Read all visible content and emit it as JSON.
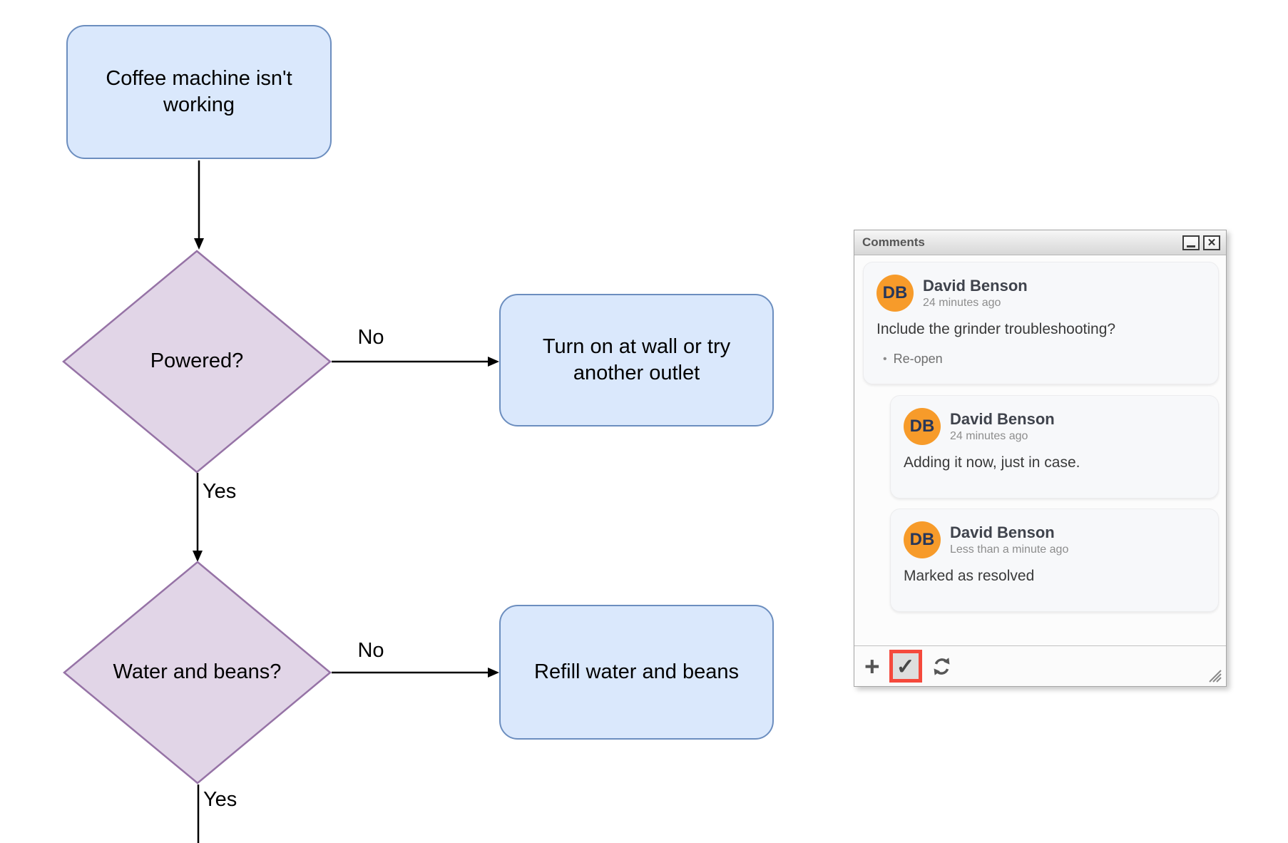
{
  "flowchart": {
    "nodes": {
      "start": {
        "type": "process",
        "label": "Coffee machine isn't working"
      },
      "powered": {
        "type": "decision",
        "label": "Powered?"
      },
      "turn_on": {
        "type": "process",
        "label": "Turn on at wall or try another outlet"
      },
      "water_beans": {
        "type": "decision",
        "label": "Water and beans?"
      },
      "refill": {
        "type": "process",
        "label": "Refill water and beans"
      }
    },
    "edges": [
      {
        "from": "start",
        "to": "powered",
        "label": ""
      },
      {
        "from": "powered",
        "to": "turn_on",
        "label": "No"
      },
      {
        "from": "powered",
        "to": "water_beans",
        "label": "Yes"
      },
      {
        "from": "water_beans",
        "to": "refill",
        "label": "No"
      },
      {
        "from": "water_beans",
        "to": "offscreen",
        "label": "Yes"
      }
    ],
    "edge_labels": {
      "powered_no": "No",
      "powered_yes": "Yes",
      "water_no": "No",
      "water_yes": "Yes"
    },
    "colors": {
      "process_fill": "#dae8fc",
      "process_border": "#6c8ebf",
      "decision_fill": "#e1d5e7",
      "decision_border": "#9673a6",
      "connector": "#000000"
    }
  },
  "comments_panel": {
    "title": "Comments",
    "icons": {
      "minimize": "underscore-bar",
      "close": "✕",
      "add": "+",
      "resolve_check": "✓",
      "refresh": "circular-arrows",
      "resize": "diagonal-grip-lines"
    },
    "comments": [
      {
        "initials": "DB",
        "author": "David Benson",
        "time": "24 minutes ago",
        "text": "Include the grinder troubleshooting?",
        "action_bullet": "•",
        "action": "Re-open",
        "reply": false
      },
      {
        "initials": "DB",
        "author": "David Benson",
        "time": "24 minutes ago",
        "text": "Adding it now, just in case.",
        "reply": true
      },
      {
        "initials": "DB",
        "author": "David Benson",
        "time": "Less than a minute ago",
        "text": "Marked as resolved",
        "reply": true
      }
    ],
    "colors": {
      "avatar": "#f79b2a",
      "avatar_text": "#27375a",
      "resolve_highlight": "#f5493c"
    }
  }
}
